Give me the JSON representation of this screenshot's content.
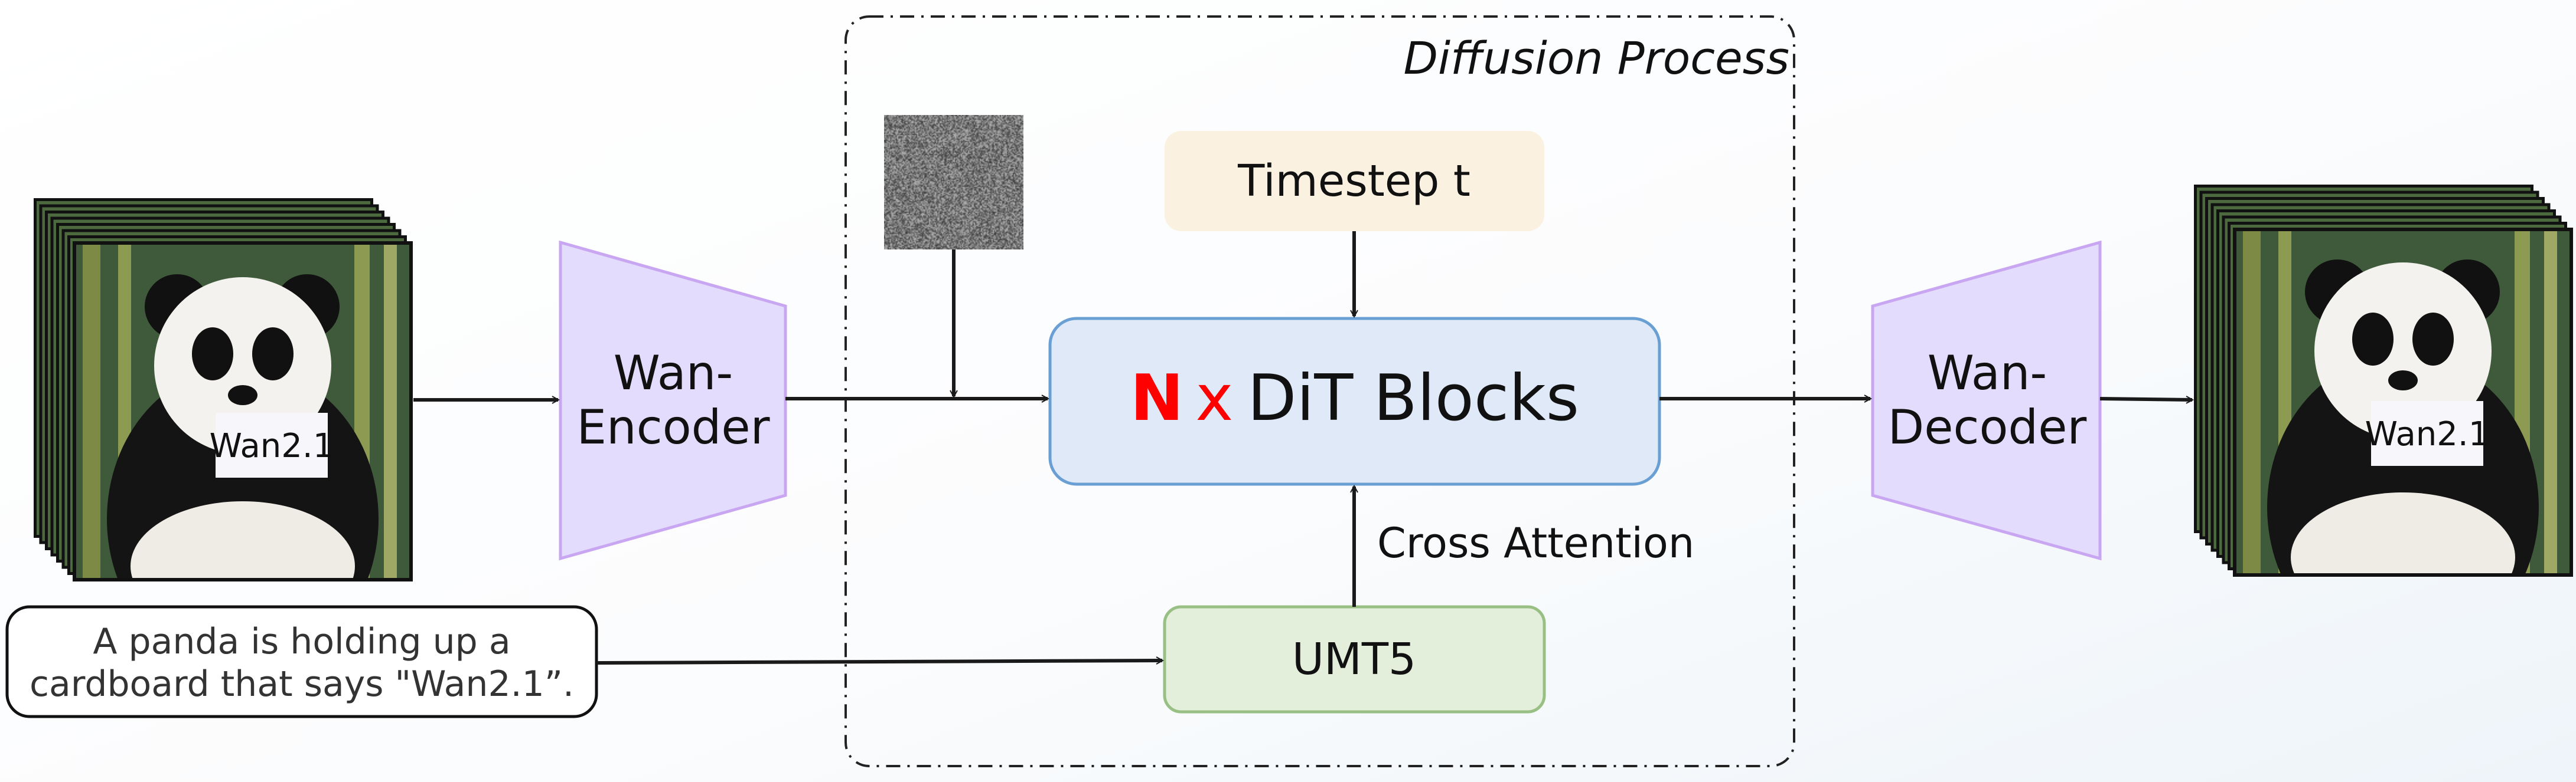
{
  "diagram": {
    "diffusion_process_label": "Diffusion Process",
    "timestep_label": "Timestep t",
    "dit_prefix_n": "N",
    "dit_prefix_x": "x",
    "dit_label": "DiT Blocks",
    "cross_attention_label": "Cross Attention",
    "umt5_label": "UMT5",
    "encoder_line1": "Wan-",
    "encoder_line2": "Encoder",
    "decoder_line1": "Wan-",
    "decoder_line2": "Decoder",
    "prompt_line1": "A panda is holding up a",
    "prompt_line2": "cardboard that says \"Wan2.1”.",
    "input_sign_text": "Wan2.1",
    "output_sign_text": "Wan2.1"
  },
  "colors": {
    "timestep_fill": "#faf1e0",
    "dit_fill": "#dfe9f8",
    "dit_stroke": "#6a9fd4",
    "umt5_fill": "#e3eedb",
    "umt5_stroke": "#98c084",
    "trapezoid_fill": "#e4dcfc",
    "trapezoid_stroke": "#c8a6f2",
    "accent_red": "#ff0000"
  }
}
